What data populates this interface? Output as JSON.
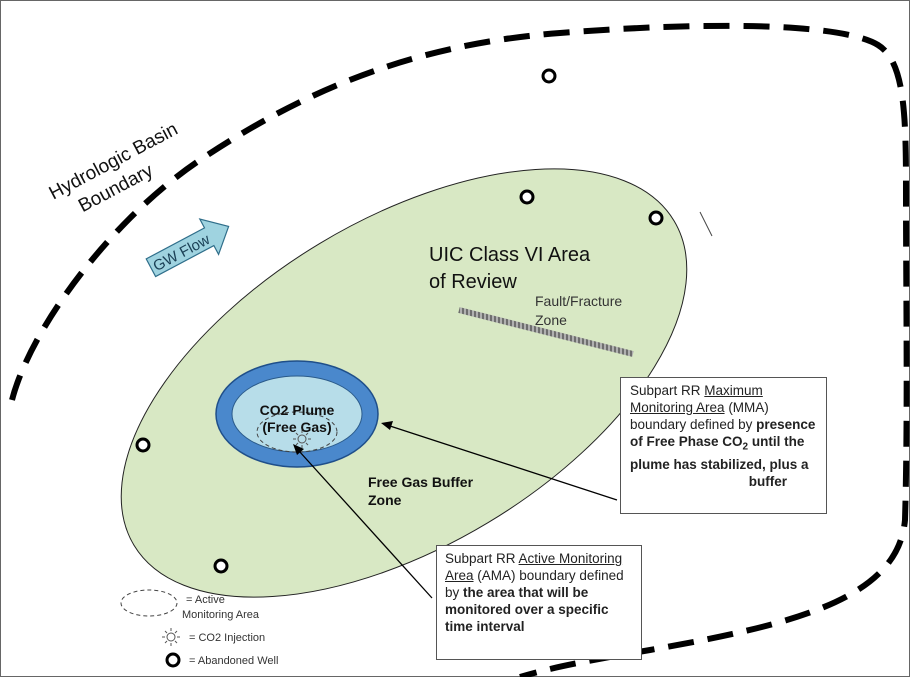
{
  "labels": {
    "hydrologic_line1": "Hydrologic Basin",
    "hydrologic_line2": "Boundary",
    "gw_flow": "GW Flow",
    "uic_line1": "UIC Class VI Area",
    "uic_line2": "of Review",
    "fault_line1": "Fault/Fracture",
    "fault_line2": "Zone",
    "plume_line1": "CO2 Plume",
    "plume_line2": "(Free Gas)",
    "buffer_line1": "Free Gas Buffer",
    "buffer_line2": "Zone"
  },
  "mma_box": {
    "prefix": "Subpart RR ",
    "underlined": "Maximum Monitoring Area",
    "abbrev": " (MMA)",
    "plain": " boundary defined by ",
    "bold_1": "presence of Free Phase CO",
    "bold_sub": "2",
    "bold_2": " until the plume has stabilized, plus a",
    "bold_3": "buffer"
  },
  "ama_box": {
    "prefix": "Subpart RR ",
    "underlined": "Active Monitoring Area",
    "abbrev": " (AMA)",
    "plain": " boundary defined by ",
    "bold": "the area that will be monitored over a specific time interval"
  },
  "legend": {
    "ama_line1": "= Active",
    "ama_line2": "Monitoring Area",
    "injection": "= CO2 Injection",
    "well": "= Abandoned Well"
  },
  "colors": {
    "area_of_review": "#d8e8c4",
    "buffer_zone": "#4a88cc",
    "plume": "#b7dde9",
    "gw_arrow": "#9fd3e0",
    "fault": "#8a8a8a"
  }
}
